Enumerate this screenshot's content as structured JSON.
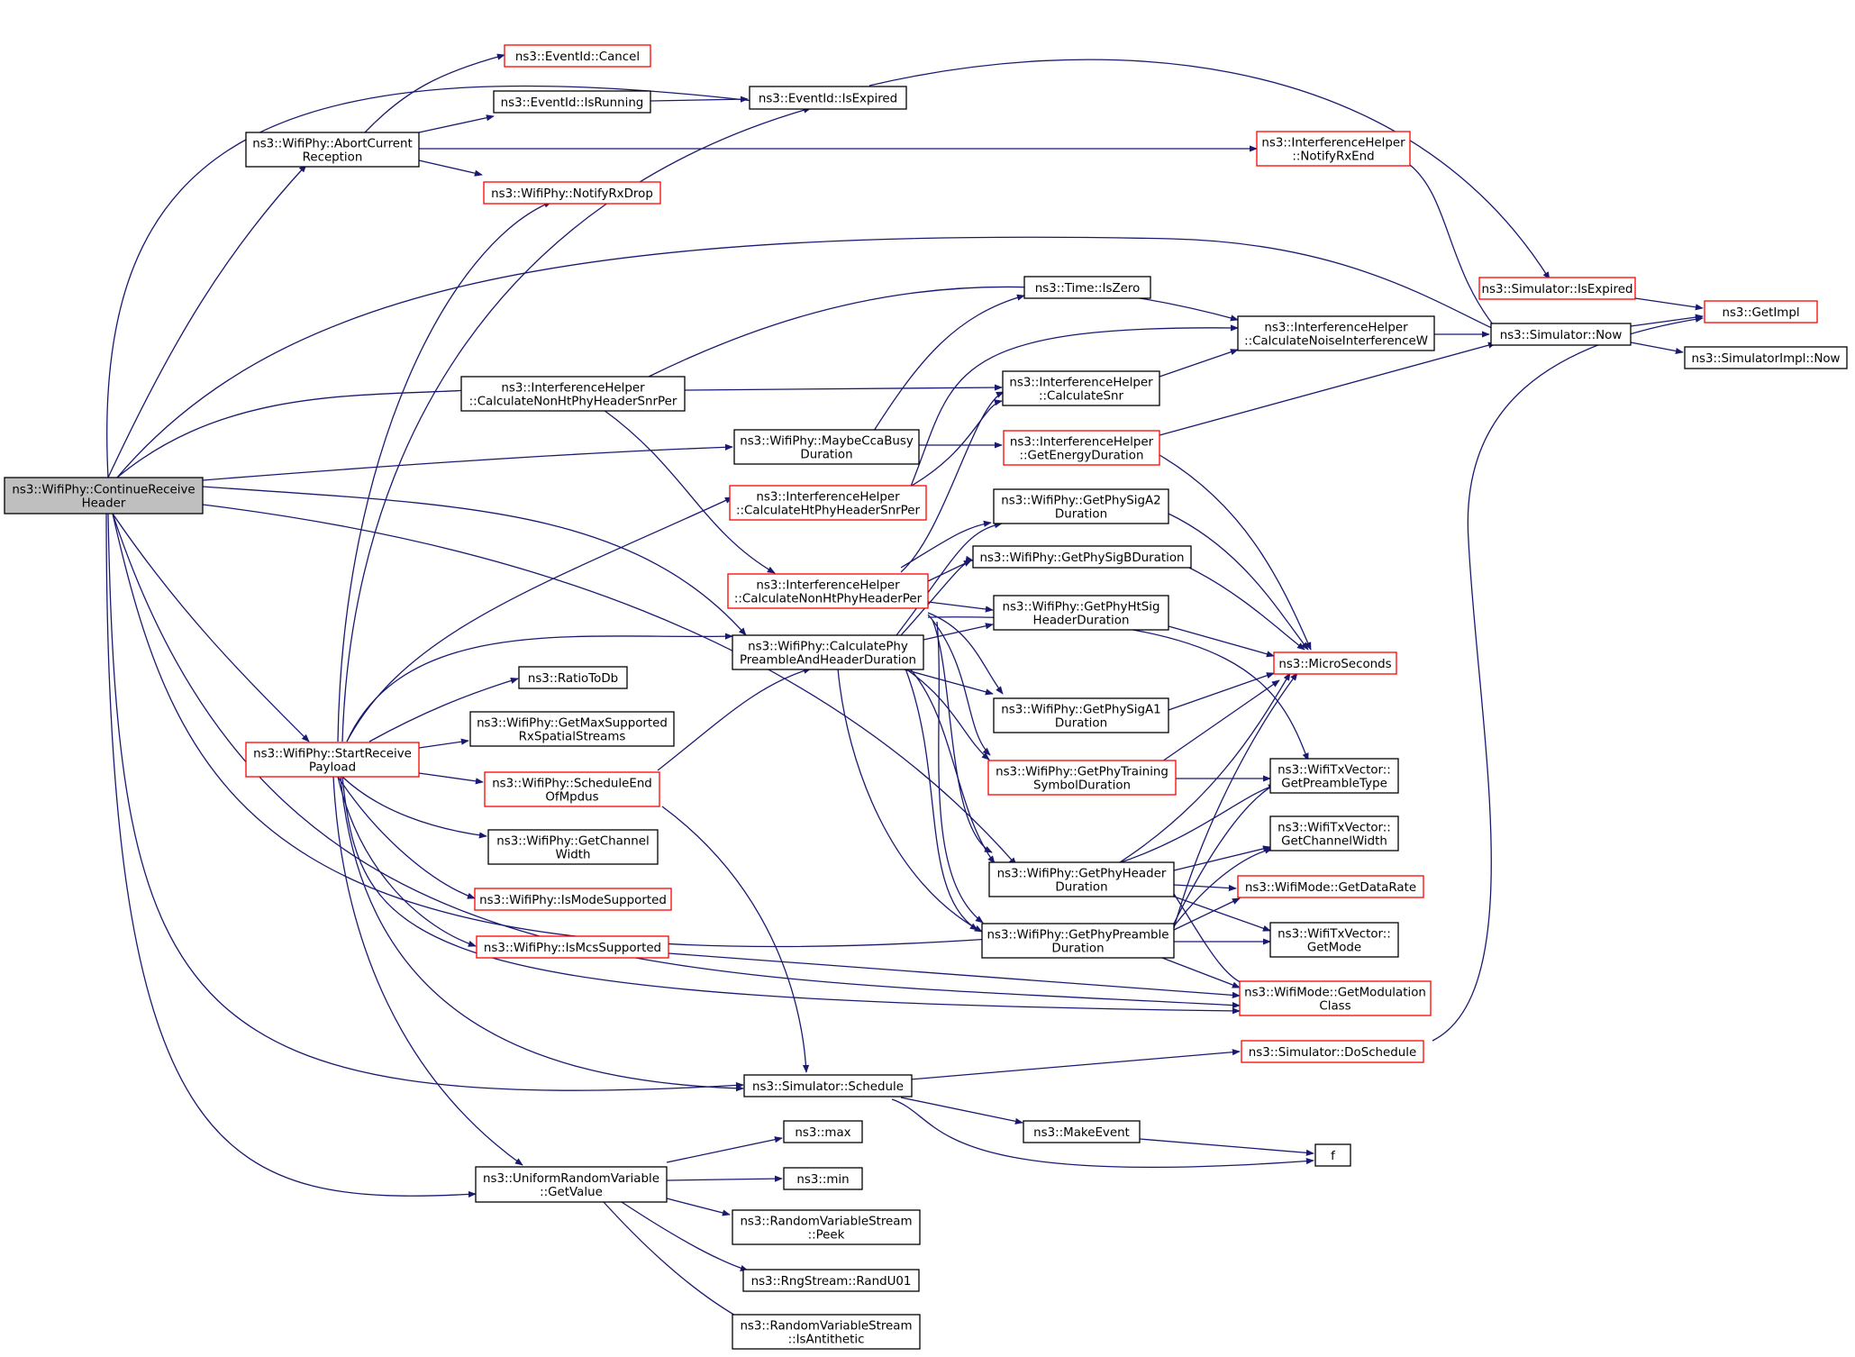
{
  "colors": {
    "edge": "#191970",
    "box_border": "#000000",
    "box_border_incomplete": "#ff0000",
    "root_fill": "#bfbfbf",
    "background": "#ffffff"
  },
  "nodes": {
    "root": {
      "lines": [
        "ns3::WifiPhy::ContinueReceive",
        "Header"
      ]
    },
    "abortCurrent": {
      "lines": [
        "ns3::WifiPhy::AbortCurrent",
        "Reception"
      ]
    },
    "eventCancel": {
      "lines": [
        "ns3::EventId::Cancel"
      ]
    },
    "eventIsRunning": {
      "lines": [
        "ns3::EventId::IsRunning"
      ]
    },
    "eventIsExpired": {
      "lines": [
        "ns3::EventId::IsExpired"
      ]
    },
    "notifyRxDrop": {
      "lines": [
        "ns3::WifiPhy::NotifyRxDrop"
      ]
    },
    "notifyRxEnd": {
      "lines": [
        "ns3::InterferenceHelper",
        "::NotifyRxEnd"
      ]
    },
    "simIsExpired": {
      "lines": [
        "ns3::Simulator::IsExpired"
      ]
    },
    "getImpl": {
      "lines": [
        "ns3::GetImpl"
      ]
    },
    "simNow": {
      "lines": [
        "ns3::Simulator::Now"
      ]
    },
    "simImplNow": {
      "lines": [
        "ns3::SimulatorImpl::Now"
      ]
    },
    "timeIsZero": {
      "lines": [
        "ns3::Time::IsZero"
      ]
    },
    "calcNoiseInterf": {
      "lines": [
        "ns3::InterferenceHelper",
        "::CalculateNoiseInterferenceW"
      ]
    },
    "calcNonHtSnrPer": {
      "lines": [
        "ns3::InterferenceHelper",
        "::CalculateNonHtPhyHeaderSnrPer"
      ]
    },
    "calcSnr": {
      "lines": [
        "ns3::InterferenceHelper",
        "::CalculateSnr"
      ]
    },
    "maybeCca": {
      "lines": [
        "ns3::WifiPhy::MaybeCcaBusy",
        "Duration"
      ]
    },
    "getEnergyDur": {
      "lines": [
        "ns3::InterferenceHelper",
        "::GetEnergyDuration"
      ]
    },
    "calcHtSnrPer": {
      "lines": [
        "ns3::InterferenceHelper",
        "::CalculateHtPhyHeaderSnrPer"
      ]
    },
    "sigA2": {
      "lines": [
        "ns3::WifiPhy::GetPhySigA2",
        "Duration"
      ]
    },
    "calcNonHtPer": {
      "lines": [
        "ns3::InterferenceHelper",
        "::CalculateNonHtPhyHeaderPer"
      ]
    },
    "sigB": {
      "lines": [
        "ns3::WifiPhy::GetPhySigBDuration"
      ]
    },
    "htSig": {
      "lines": [
        "ns3::WifiPhy::GetPhyHtSig",
        "HeaderDuration"
      ]
    },
    "calcPreamble": {
      "lines": [
        "ns3::WifiPhy::CalculatePhy",
        "PreambleAndHeaderDuration"
      ]
    },
    "microSeconds": {
      "lines": [
        "ns3::MicroSeconds"
      ]
    },
    "ratioToDb": {
      "lines": [
        "ns3::RatioToDb"
      ]
    },
    "sigA1": {
      "lines": [
        "ns3::WifiPhy::GetPhySigA1",
        "Duration"
      ]
    },
    "getMaxSS": {
      "lines": [
        "ns3::WifiPhy::GetMaxSupported",
        "RxSpatialStreams"
      ]
    },
    "startReceive": {
      "lines": [
        "ns3::WifiPhy::StartReceive",
        "Payload"
      ]
    },
    "scheduleEnd": {
      "lines": [
        "ns3::WifiPhy::ScheduleEnd",
        "OfMpdus"
      ]
    },
    "training": {
      "lines": [
        "ns3::WifiPhy::GetPhyTraining",
        "SymbolDuration"
      ]
    },
    "preambleType": {
      "lines": [
        "ns3::WifiTxVector::",
        "GetPreambleType"
      ]
    },
    "getChannelWidth": {
      "lines": [
        "ns3::WifiPhy::GetChannel",
        "Width"
      ]
    },
    "txChannelWidth": {
      "lines": [
        "ns3::WifiTxVector::",
        "GetChannelWidth"
      ]
    },
    "phyHeaderDur": {
      "lines": [
        "ns3::WifiPhy::GetPhyHeader",
        "Duration"
      ]
    },
    "getDataRate": {
      "lines": [
        "ns3::WifiMode::GetDataRate"
      ]
    },
    "isModeSupported": {
      "lines": [
        "ns3::WifiPhy::IsModeSupported"
      ]
    },
    "phyPreambleDur": {
      "lines": [
        "ns3::WifiPhy::GetPhyPreamble",
        "Duration"
      ]
    },
    "getMode": {
      "lines": [
        "ns3::WifiTxVector::",
        "GetMode"
      ]
    },
    "isMcsSupported": {
      "lines": [
        "ns3::WifiPhy::IsMcsSupported"
      ]
    },
    "modClass": {
      "lines": [
        "ns3::WifiMode::GetModulation",
        "Class"
      ]
    },
    "doSchedule": {
      "lines": [
        "ns3::Simulator::DoSchedule"
      ]
    },
    "simSchedule": {
      "lines": [
        "ns3::Simulator::Schedule"
      ]
    },
    "makeEvent": {
      "lines": [
        "ns3::MakeEvent"
      ]
    },
    "fNode": {
      "lines": [
        "f"
      ]
    },
    "nsMax": {
      "lines": [
        "ns3::max"
      ]
    },
    "nsMin": {
      "lines": [
        "ns3::min"
      ]
    },
    "uniformGetValue": {
      "lines": [
        "ns3::UniformRandomVariable",
        "::GetValue"
      ]
    },
    "peek": {
      "lines": [
        "ns3::RandomVariableStream",
        "::Peek"
      ]
    },
    "randU01": {
      "lines": [
        "ns3::RngStream::RandU01"
      ]
    },
    "isAntithetic": {
      "lines": [
        "ns3::RandomVariableStream",
        "::IsAntithetic"
      ]
    }
  }
}
